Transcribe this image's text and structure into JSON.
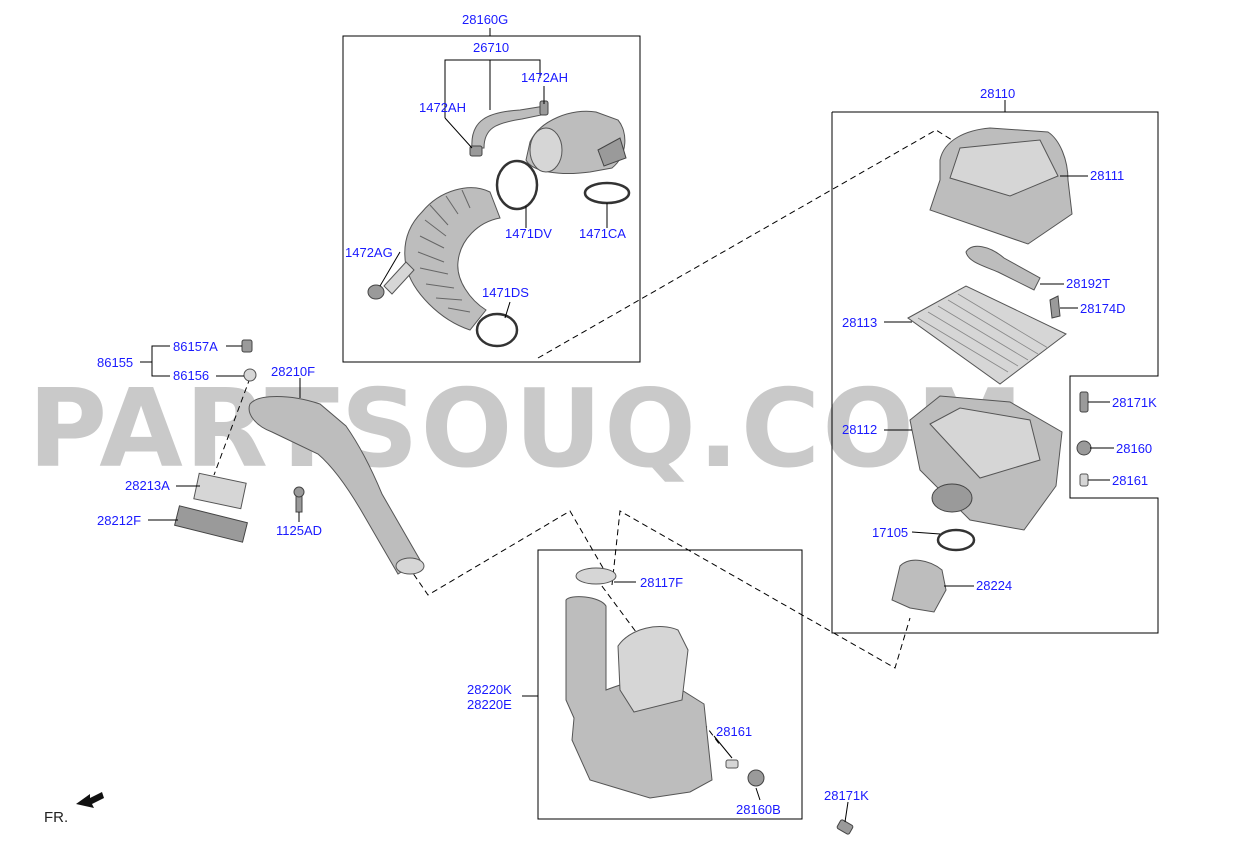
{
  "watermark": "PARTSOUQ.COM",
  "orientation_label": "FR.",
  "labels": {
    "p28160G": "28160G",
    "p26710": "26710",
    "p1472AH_right": "1472AH",
    "p1472AH_left": "1472AH",
    "p1471DV": "1471DV",
    "p1471CA": "1471CA",
    "p1472AG": "1472AG",
    "p1471DS": "1471DS",
    "p28110": "28110",
    "p28111": "28111",
    "p28192T": "28192T",
    "p28174D": "28174D",
    "p28113": "28113",
    "p28171K_right": "28171K",
    "p28112": "28112",
    "p28160": "28160",
    "p28161_right": "28161",
    "p17105": "17105",
    "p28224": "28224",
    "p86155": "86155",
    "p86157A": "86157A",
    "p86156": "86156",
    "p28210F": "28210F",
    "p28213A": "28213A",
    "p28212F": "28212F",
    "p1125AD": "1125AD",
    "p28117F": "28117F",
    "p28220K": "28220K",
    "p28220E": "28220E",
    "p28161_bottom": "28161",
    "p28160B": "28160B",
    "p28171K_bottom": "28171K"
  }
}
